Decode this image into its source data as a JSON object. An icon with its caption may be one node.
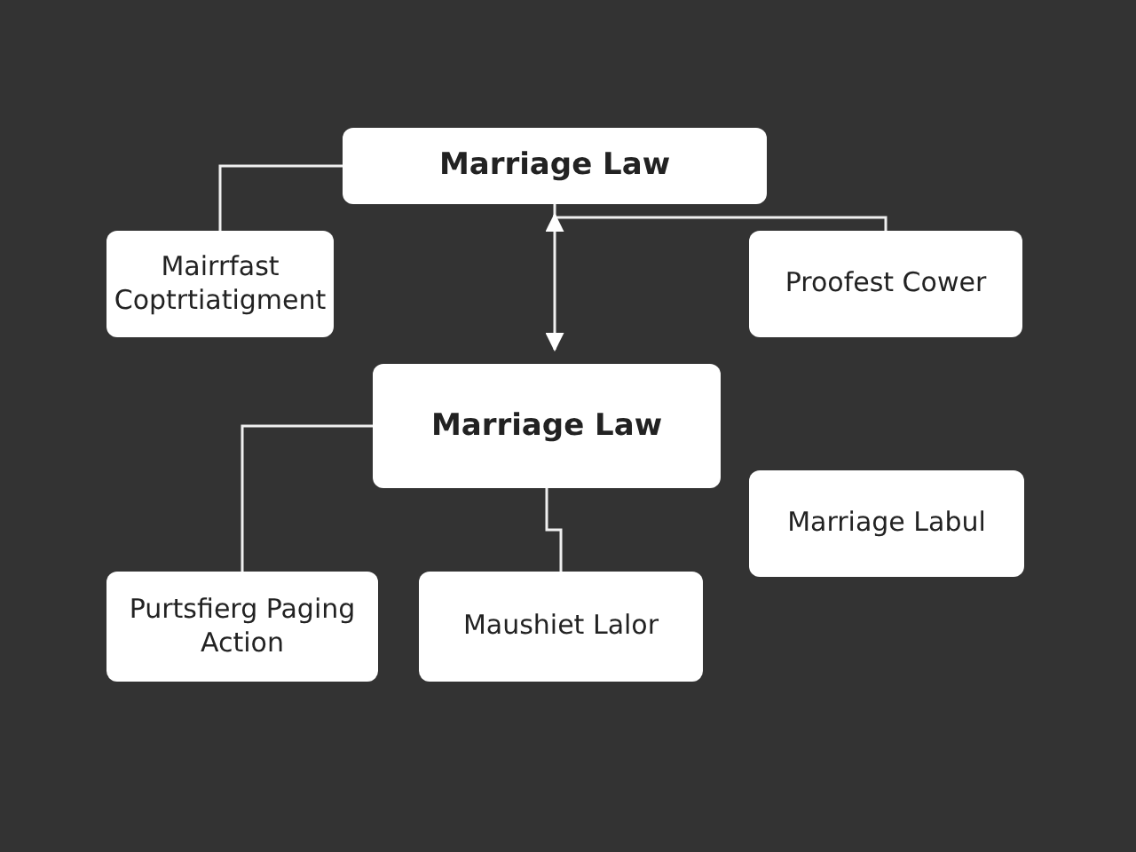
{
  "diagram": {
    "nodes": [
      {
        "text": [
          "Marriage Law"
        ]
      },
      {
        "text": [
          "Mairrfast Coptrtiatigment"
        ]
      },
      {
        "text": [
          "Proofest Cower"
        ]
      },
      {
        "text": [
          "Marriage Law"
        ]
      },
      {
        "text": [
          "Marriage Labul"
        ]
      },
      {
        "text": [
          "Purtsfierg Paging Action"
        ]
      },
      {
        "text": [
          "Maushiet Lalor"
        ]
      }
    ],
    "edges": [
      {
        "from": 0,
        "to": 1,
        "arrow": "none"
      },
      {
        "from": 0,
        "to": 2,
        "arrow": "none"
      },
      {
        "from": 0,
        "to": 3,
        "arrow": "both"
      },
      {
        "from": 3,
        "to": 5,
        "arrow": "none"
      },
      {
        "from": 3,
        "to": 6,
        "arrow": "none"
      }
    ]
  }
}
